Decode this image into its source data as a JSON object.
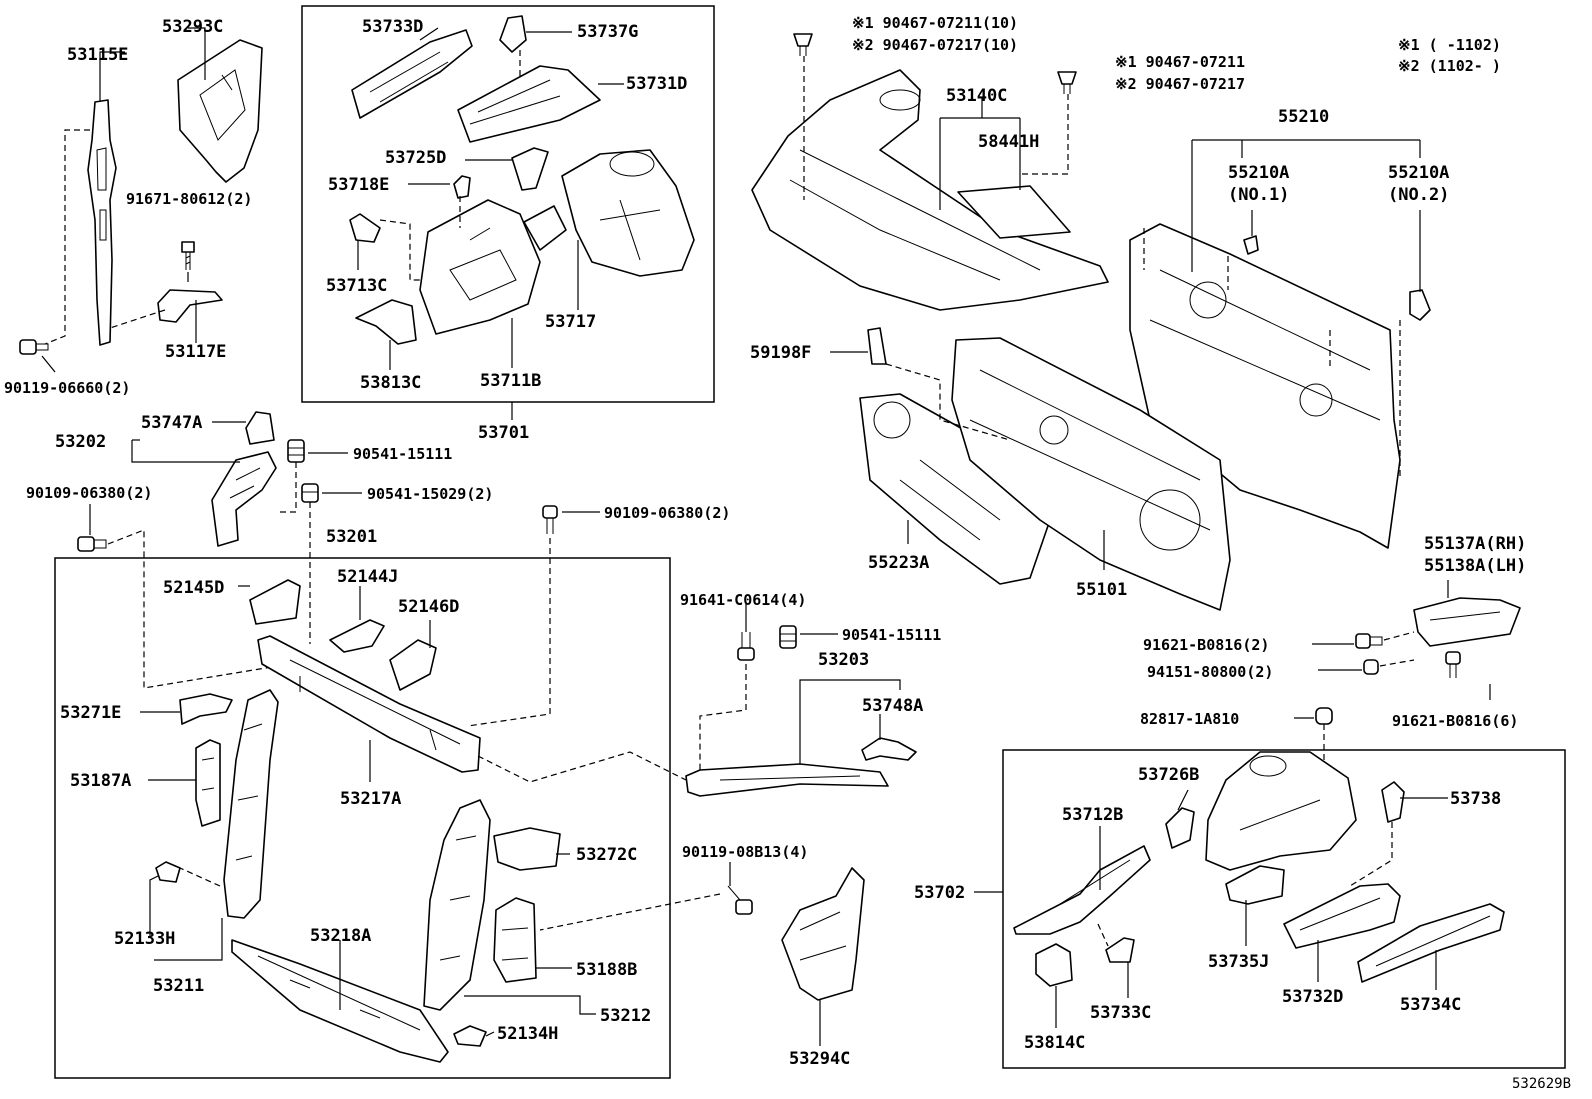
{
  "legend": {
    "line1": "※1 (    -1102)",
    "line2": "※2 (1102-    )"
  },
  "reference_code": "532629B",
  "labels": {
    "p53115E": "53115E",
    "p53293C": "53293C",
    "p91671": "91671-80612(2)",
    "p53117E": "53117E",
    "p90119_06660": "90119-06660(2)",
    "p53733D": "53733D",
    "p53737G": "53737G",
    "p53731D": "53731D",
    "p53725D": "53725D",
    "p53718E": "53718E",
    "p53713C": "53713C",
    "p53717": "53717",
    "p53813C": "53813C",
    "p53711B": "53711B",
    "p53701": "53701",
    "p90467_a1": "※1 90467-07211(10)",
    "p90467_a2": "※2 90467-07217(10)",
    "p90467_b1": "※1 90467-07211",
    "p90467_b2": "※2 90467-07217",
    "p53140C": "53140C",
    "p58441H": "58441H",
    "p55210": "55210",
    "p55210A1": "55210A",
    "p55210A1n": "(NO.1)",
    "p55210A2": "55210A",
    "p55210A2n": "(NO.2)",
    "p59198F": "59198F",
    "p55223A": "55223A",
    "p55101": "55101",
    "p55137A": "55137A(RH)",
    "p55138A": "55138A(LH)",
    "p91621_a": "91621-B0816(2)",
    "p94151": "94151-80800(2)",
    "p91621_b": "91621-B0816(6)",
    "p82817": "82817-1A810",
    "p53202": "53202",
    "p53747A": "53747A",
    "p90541_15111a": "90541-15111",
    "p90109_a": "90109-06380(2)",
    "p90541_15029": "90541-15029(2)",
    "p90109_b": "90109-06380(2)",
    "p53201": "53201",
    "p52145D": "52145D",
    "p52144J": "52144J",
    "p52146D": "52146D",
    "p53271E": "53271E",
    "p53187A": "53187A",
    "p53217A": "53217A",
    "p53272C": "53272C",
    "p52133H": "52133H",
    "p53218A": "53218A",
    "p53188B": "53188B",
    "p53211": "53211",
    "p53212": "53212",
    "p52134H": "52134H",
    "p91641": "91641-C0614(4)",
    "p90541_15111b": "90541-15111",
    "p53203": "53203",
    "p53748A": "53748A",
    "p90119_08B13": "90119-08B13(4)",
    "p53294C": "53294C",
    "p53702": "53702",
    "p53726B": "53726B",
    "p53738": "53738",
    "p53712B": "53712B",
    "p53735J": "53735J",
    "p53733C": "53733C",
    "p53814C": "53814C",
    "p53732D": "53732D",
    "p53734C": "53734C"
  }
}
